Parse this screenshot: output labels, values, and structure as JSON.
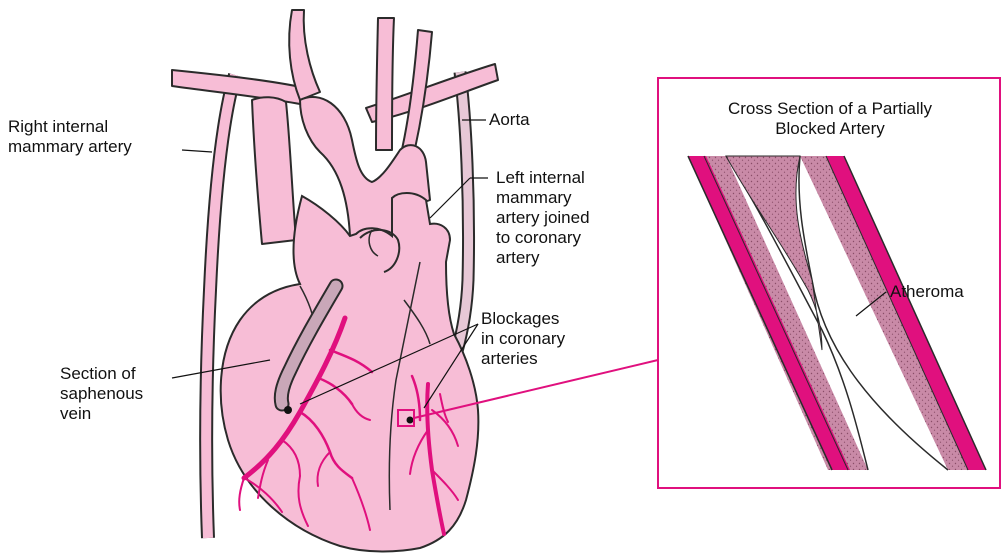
{
  "colors": {
    "heart_fill": "#f7bdd6",
    "heart_outline": "#2b2b2b",
    "artery": "#e0107e",
    "vein_graft": "#c9a7b8",
    "inset_border": "#e0107e",
    "atheroma_fill": "#c98aa7"
  },
  "labels": {
    "right_mammary": "Right internal\nmammary artery",
    "aorta": "Aorta",
    "left_mammary": "Left internal\nmammary\nartery joined\nto coronary\nartery",
    "blockages": "Blockages\nin coronary\narteries",
    "saphenous": "Section of\nsaphenous\nvein",
    "inset_title": "Cross Section of a Partially\nBlocked Artery",
    "atheroma": "Atheroma"
  }
}
